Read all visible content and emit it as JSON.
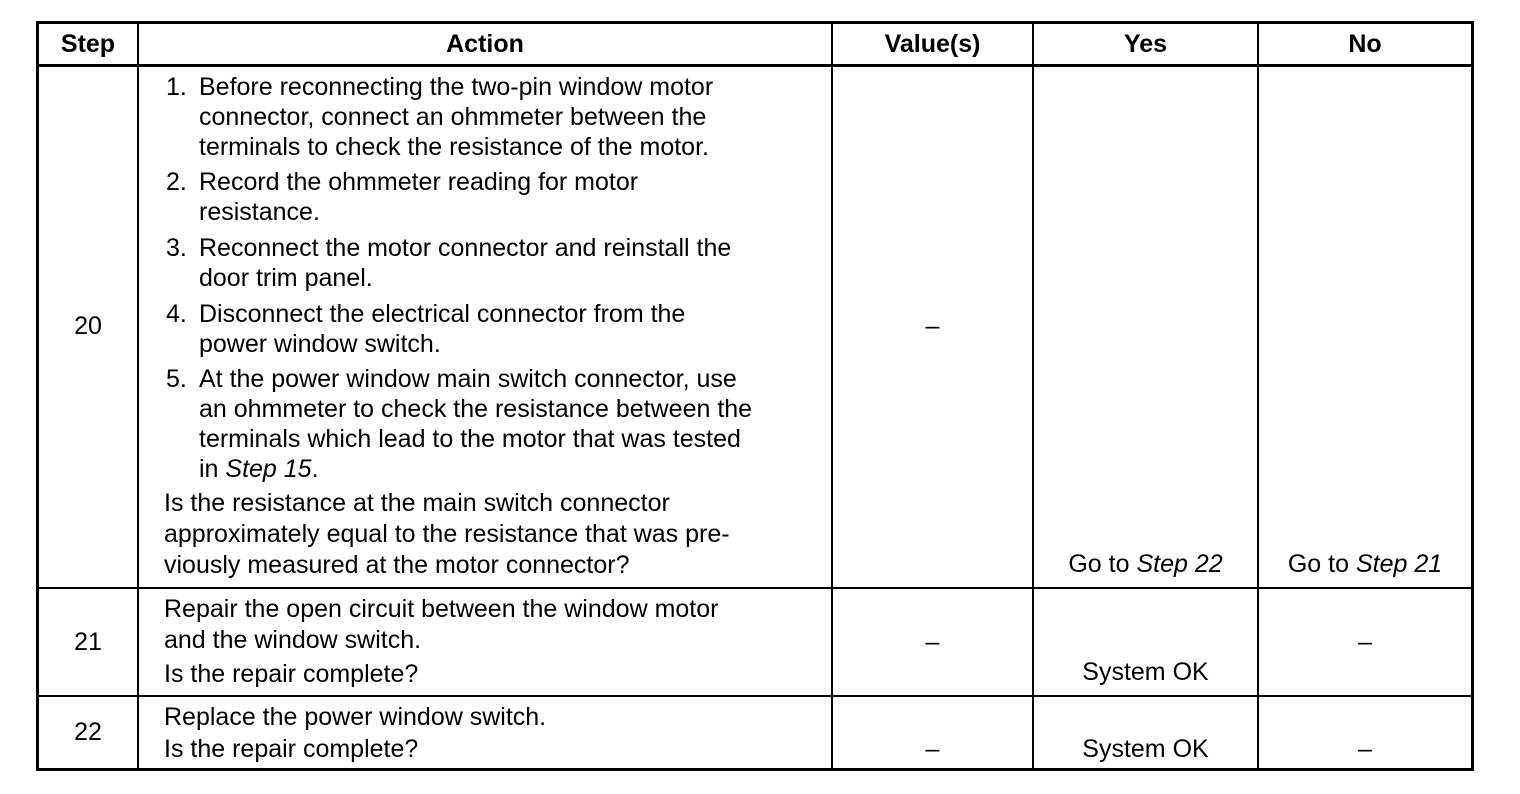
{
  "headers": {
    "step": "Step",
    "action": "Action",
    "values": "Value(s)",
    "yes": "Yes",
    "no": "No"
  },
  "rows": [
    {
      "step": "20",
      "items": [
        {
          "num": "1.",
          "lines": [
            "Before reconnecting the two-pin window motor",
            "connector, connect an ohmmeter between the",
            "terminals to check the resistance of the motor."
          ]
        },
        {
          "num": "2.",
          "lines": [
            "Record the ohmmeter reading for motor",
            "resistance."
          ]
        },
        {
          "num": "3.",
          "lines": [
            "Reconnect the motor connector and reinstall the",
            "door trim panel."
          ]
        },
        {
          "num": "4.",
          "lines": [
            "Disconnect the electrical connector from the",
            "power window switch."
          ]
        },
        {
          "num": "5.",
          "lines": [
            "At the power window main switch connector, use",
            "an ohmmeter to check the resistance between the",
            "terminals which lead to the motor that was tested"
          ],
          "last_prefix": "in ",
          "last_ref": "Step 15",
          "last_suffix": "."
        }
      ],
      "question_lines": [
        "Is the resistance at the main switch connector",
        "approximately equal to the resistance that was pre-",
        "viously measured at the motor connector?"
      ],
      "value": "–",
      "yes_prefix": "Go to ",
      "yes_ref": "Step 22",
      "no_prefix": "Go to ",
      "no_ref": "Step 21"
    },
    {
      "step": "21",
      "action_lines": [
        "Repair the open circuit between the window motor",
        "and the window switch."
      ],
      "question": "Is the repair complete?",
      "value": "–",
      "yes": "System OK",
      "no": "–"
    },
    {
      "step": "22",
      "action_lines": [
        "Replace the power window switch."
      ],
      "question": "Is the repair complete?",
      "value": "–",
      "yes": "System OK",
      "no": "–"
    }
  ]
}
